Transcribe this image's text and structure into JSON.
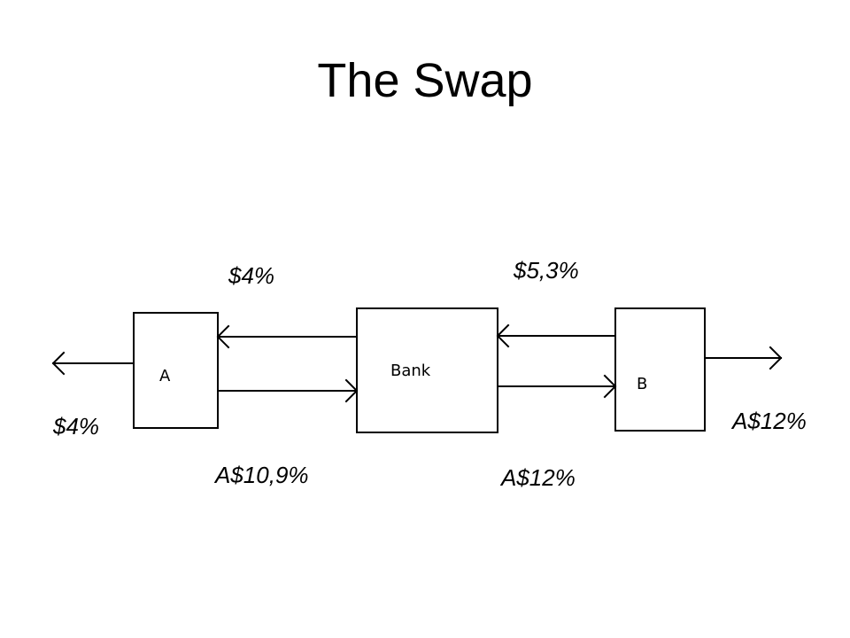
{
  "slide": {
    "title": "The Swap"
  },
  "diagram": {
    "nodes": {
      "party_a": "A",
      "bank": "Bank",
      "party_b": "B"
    },
    "flows": {
      "a_external": "$4%",
      "bank_to_a": "$4%",
      "a_to_bank": "A$10,9%",
      "b_to_bank": "$5,3%",
      "bank_to_b": "A$12%",
      "b_external": "A$12%"
    },
    "colors": {
      "line": "#000000",
      "background": "#ffffff"
    }
  }
}
